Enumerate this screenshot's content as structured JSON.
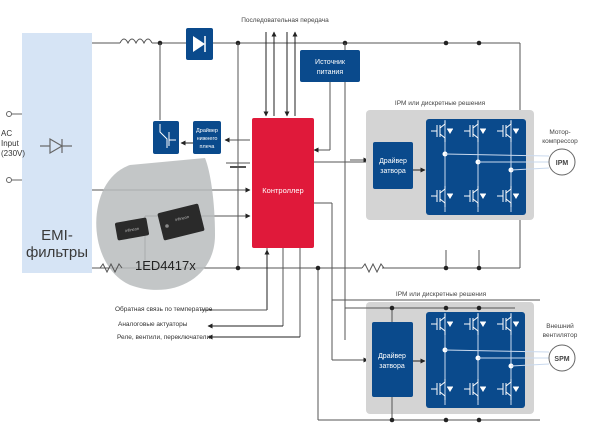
{
  "diagram": {
    "title": "",
    "ac_input": {
      "line1": "AC",
      "line2": "Input",
      "line3": "(230V)"
    },
    "emi_filter": {
      "line1": "EMI-",
      "line2": "фильтры"
    },
    "serial_comm": "Последовательная передача",
    "power_supply": {
      "line1": "Источник",
      "line2": "питания"
    },
    "low_side_driver": {
      "line1": "Драйвер",
      "line2": "нижнего",
      "line3": "плеча"
    },
    "controller": "Контроллер",
    "chip_label": "1ED4417x",
    "ipm_top": {
      "caption": "IPM или дискретные решения",
      "gate_driver_line1": "Драйвер",
      "gate_driver_line2": "затвора",
      "motor_caption_line1": "Мотор-",
      "motor_caption_line2": "компрессор",
      "motor": "IPM"
    },
    "ipm_bottom": {
      "caption": "IPM или дискретные решения",
      "gate_driver_line1": "Драйвер",
      "gate_driver_line2": "затвора",
      "motor_caption_line1": "Внешний",
      "motor_caption_line2": "вентилятор",
      "motor": "SPM"
    },
    "signals": {
      "temp_feedback": "Обратная связь по температуре",
      "analog_actuators": "Аналоговые актуаторы",
      "relays": "Реле, вентили, переключатели"
    },
    "colors": {
      "emi": "#d6e4f5",
      "blue_block": "#0a4a8c",
      "controller": "#e0193a",
      "ipm_bg": "#d4d4d4",
      "wire": "#555555",
      "callout": "#b8bcbd"
    }
  }
}
